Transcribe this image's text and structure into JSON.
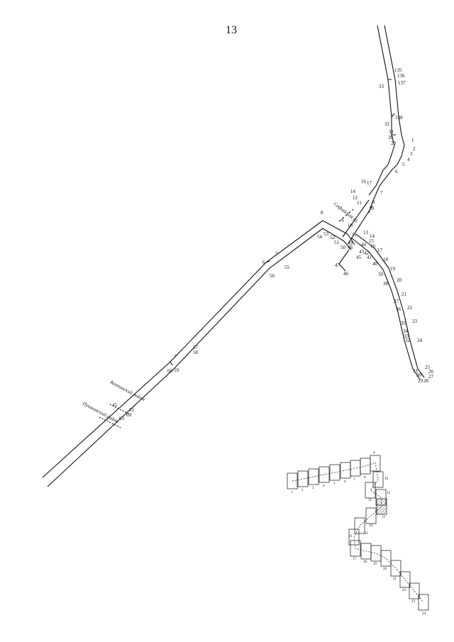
{
  "page_number": "13",
  "labels": {
    "road": "Софийская ул.",
    "district_north": "Колпинский район",
    "district_south": "Пушкинский район"
  },
  "points": [
    "1",
    "2",
    "3",
    "4",
    "5",
    "6",
    "7",
    "8",
    "9",
    "10",
    "11",
    "12",
    "13",
    "14",
    "15",
    "16",
    "17",
    "18",
    "19",
    "20",
    "21",
    "22",
    "23",
    "24",
    "25",
    "26",
    "27",
    "28",
    "29",
    "30",
    "31",
    "32",
    "33",
    "34",
    "35",
    "36",
    "37",
    "38",
    "39",
    "40",
    "41",
    "42",
    "43",
    "44",
    "45",
    "46",
    "47",
    "48",
    "49",
    "50",
    "51",
    "52",
    "53",
    "54",
    "55",
    "56",
    "57",
    "58",
    "59",
    "60",
    "61",
    "62",
    "63",
    "135",
    "136",
    "137",
    "138"
  ]
}
